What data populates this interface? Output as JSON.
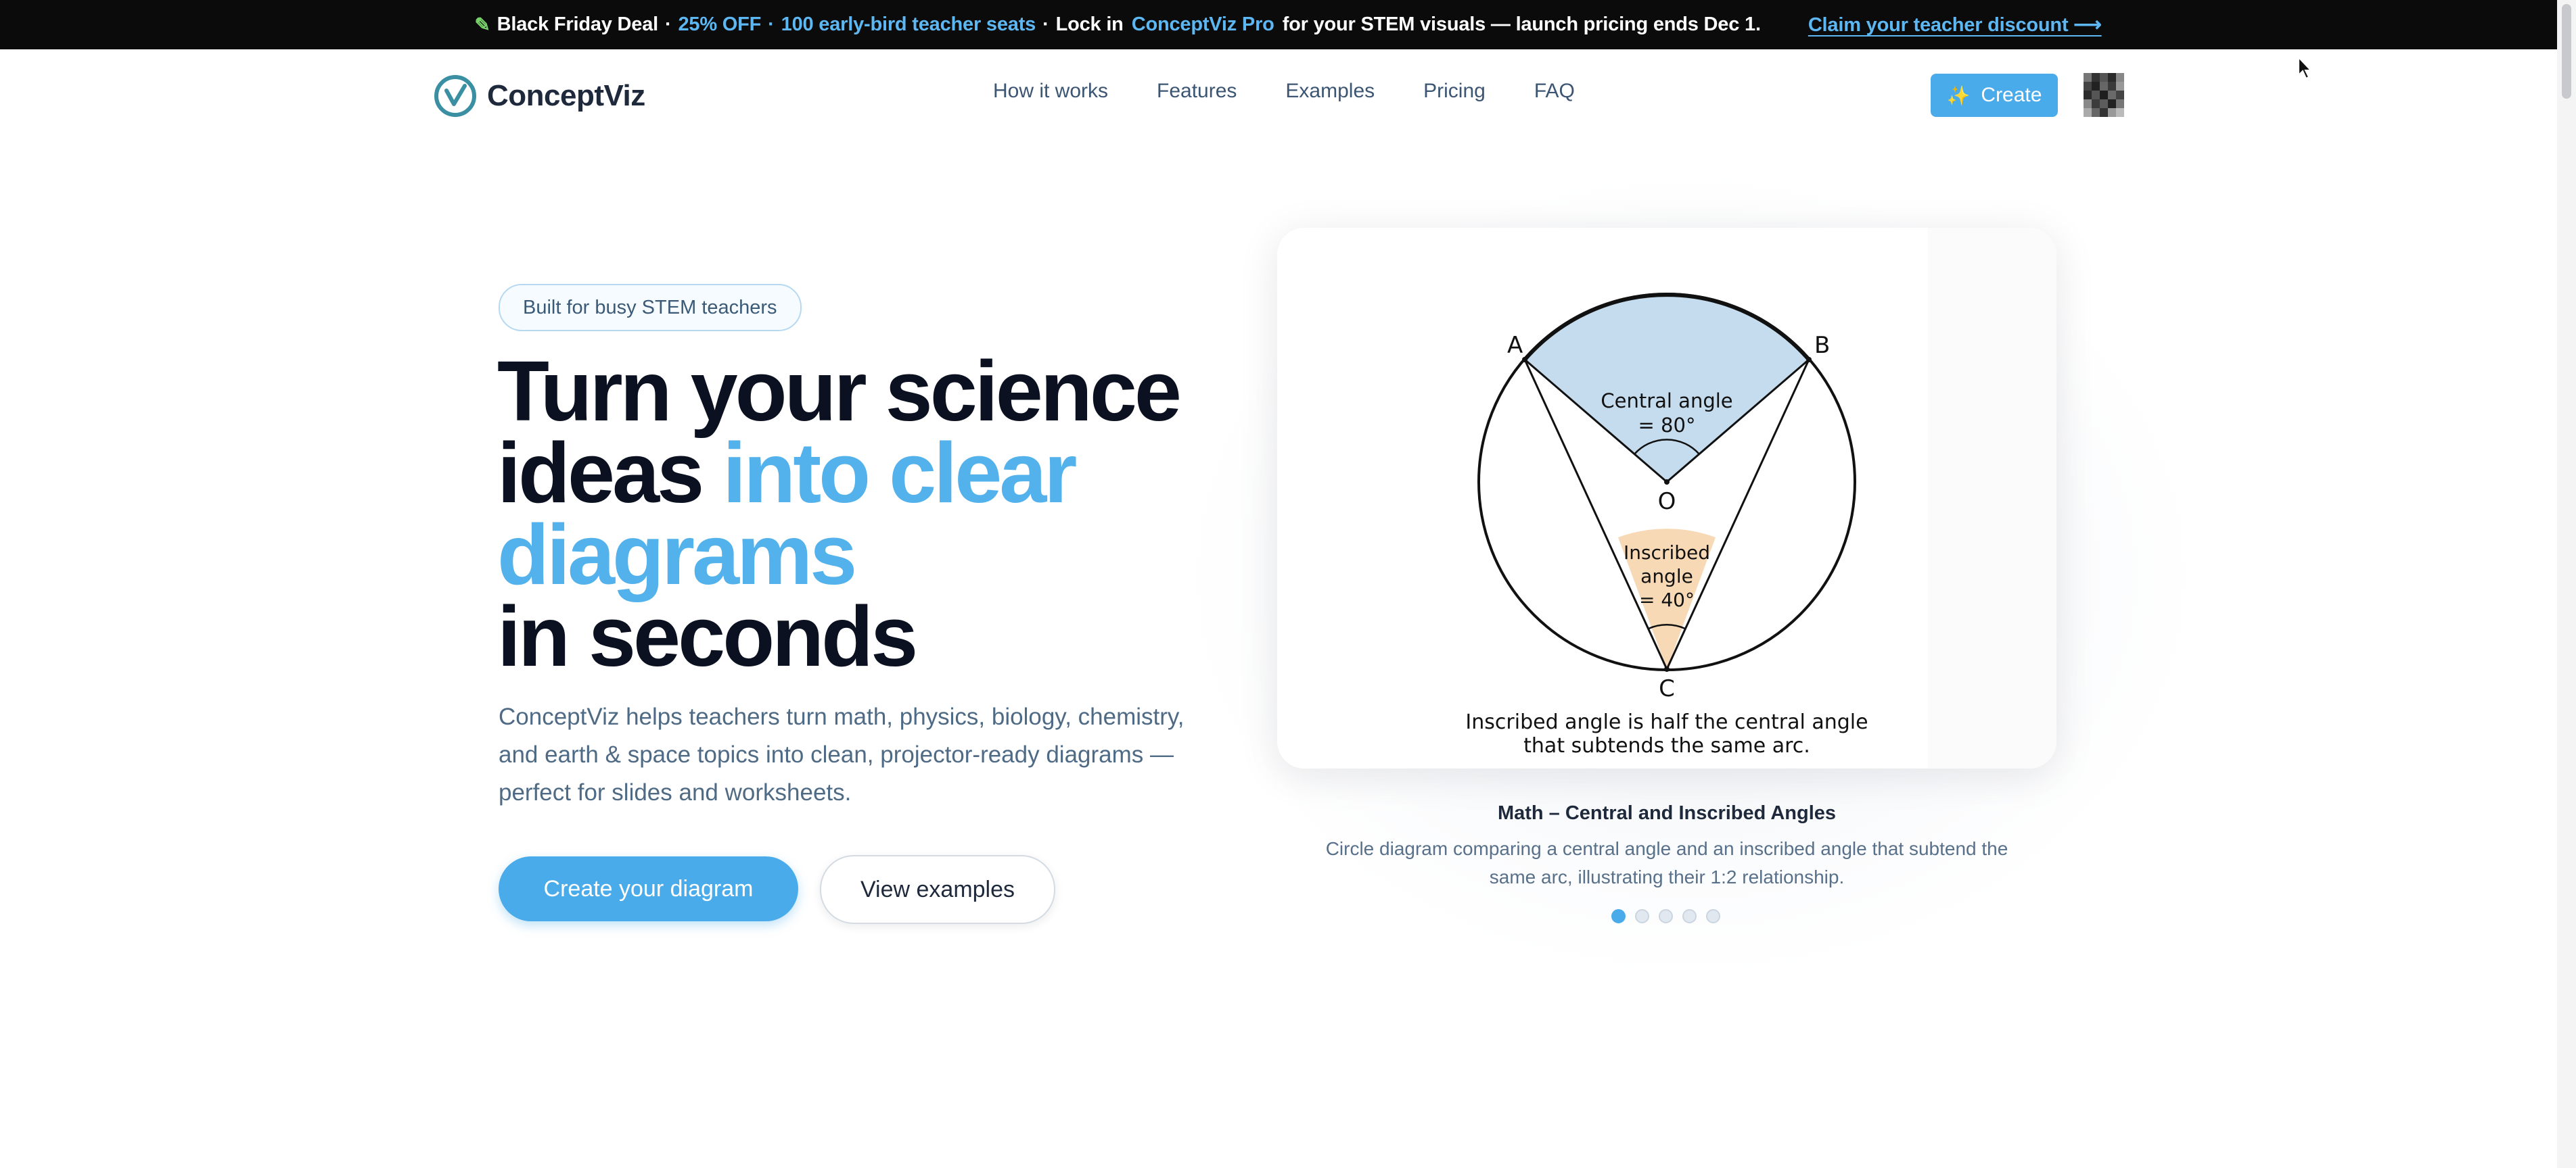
{
  "promo": {
    "icon": "pencil-icon",
    "deal_label": "Black Friday Deal",
    "sep1": "·",
    "discount": "25% OFF",
    "sep2": "·",
    "seats": "100 early-bird teacher seats",
    "sep3": "·",
    "lock_in": "Lock in",
    "product": "ConceptViz Pro",
    "tail": "for your STEM visuals — launch pricing ends Dec 1.",
    "cta": "Claim your teacher discount ⟶"
  },
  "header": {
    "logo_text": "ConceptViz",
    "nav": [
      {
        "label": "How it works"
      },
      {
        "label": "Features"
      },
      {
        "label": "Examples"
      },
      {
        "label": "Pricing"
      },
      {
        "label": "FAQ"
      }
    ],
    "create_label": "Create",
    "create_icon": "sparkle-icon"
  },
  "hero": {
    "badge": "Built for busy STEM teachers",
    "headline_1": "Turn your science",
    "headline_2a": "ideas ",
    "headline_2b": "into clear",
    "headline_3": "diagrams",
    "headline_4": "in seconds",
    "subtitle": "ConceptViz helps teachers turn math, physics, biology, chemistry, and earth & space topics into clean, projector-ready diagrams — perfect for slides and worksheets.",
    "primary_cta": "Create your diagram",
    "secondary_cta": "View examples"
  },
  "showcase": {
    "diagram": {
      "label_a": "A",
      "label_b": "B",
      "label_o": "O",
      "label_c": "C",
      "central_1": "Central angle",
      "central_2": "= 80°",
      "inscribed_1": "Inscribed",
      "inscribed_2": "angle",
      "inscribed_3": "= 40°",
      "caption_1": "Inscribed angle is half the central angle",
      "caption_2": "that subtends the same arc."
    },
    "title": "Math – Central and Inscribed Angles",
    "description": "Circle diagram comparing a central angle and an inscribed angle that subtend the same arc, illustrating their 1:2 relationship.",
    "slide_count": 5,
    "active_slide": 1
  },
  "colors": {
    "accent": "#4aabea",
    "headline_blue": "#53b2ec",
    "central_fill": "#c5dcee",
    "inscribed_fill": "#f7d9b5"
  }
}
